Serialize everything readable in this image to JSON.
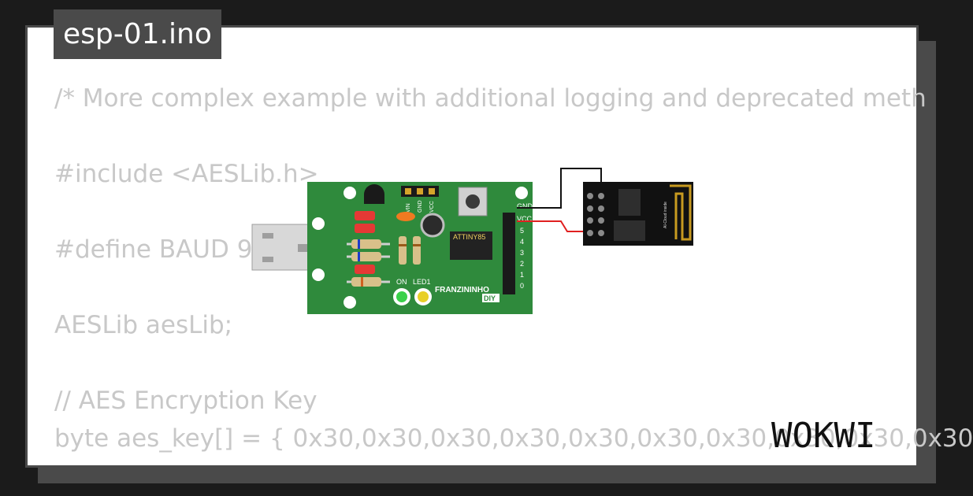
{
  "title": "esp-01.ino",
  "code_lines": [
    "/* More complex example with additional logging and deprecated meth",
    "#include <AESLib.h>",
    "#define BAUD 96",
    "AESLib aesLib;",
    "// AES Encryption Key",
    "byte aes_key[] = { 0x30,0x30,0x30,0x30,0x30,0x30,0x30,0x30,0x30,0x30"
  ],
  "board": {
    "pins_top": [
      "VIN",
      "GND",
      "VCC"
    ],
    "chip_label": "ATTINY85",
    "led_labels": [
      "ON",
      "LED1"
    ],
    "brand": "FRANZININHO",
    "brand_sub": "DIY",
    "header_labels": [
      "GND",
      "VCC",
      "5",
      "4",
      "3",
      "2",
      "1",
      "0"
    ]
  },
  "esp": {
    "antenna_label": "AI-Cloud inside"
  },
  "logo": "WOKWI",
  "colors": {
    "background": "#1b1b1b",
    "frame": "#4a4a4a",
    "pcb": "#2f8a3c",
    "esp_pcb": "#111111",
    "code_text": "#c8c8c8"
  }
}
